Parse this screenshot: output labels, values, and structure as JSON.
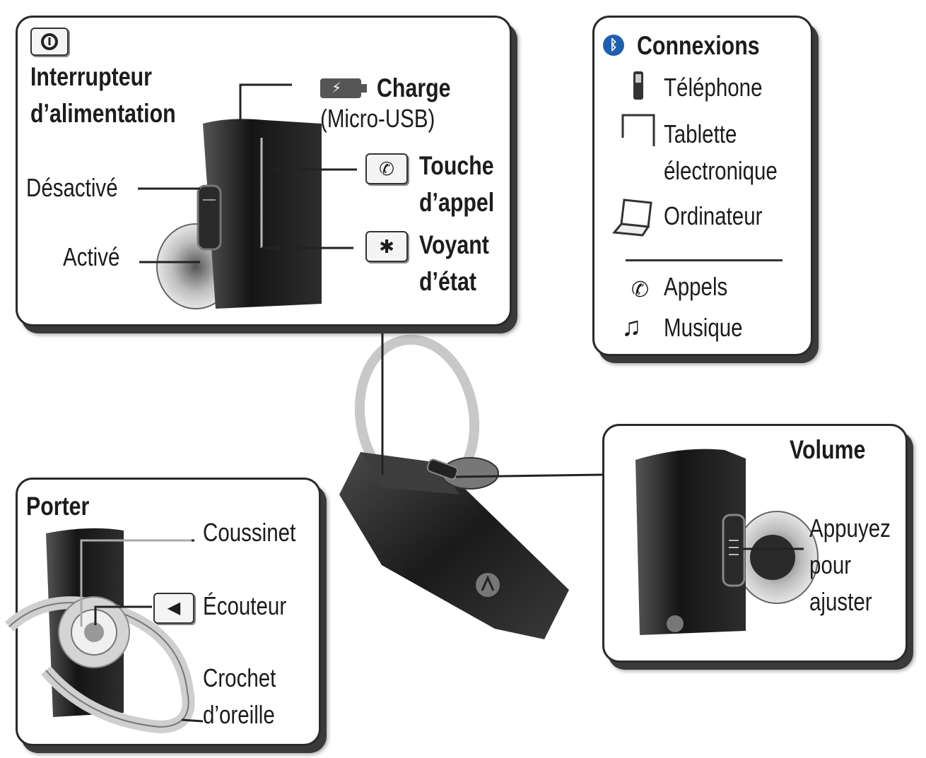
{
  "power": {
    "line1": "Interrupteur",
    "line2": "d’alimentation",
    "icon": "power-icon"
  },
  "charge": {
    "title": "Charge",
    "sub": "(Micro-USB)",
    "icon": "battery-icon"
  },
  "states": {
    "off": "Désactivé",
    "on": "Activé"
  },
  "call_key": {
    "line1": "Touche",
    "line2": "d’appel",
    "icon": "phone-icon"
  },
  "status_led": {
    "line1": "Voyant",
    "line2": "d’état",
    "icon": "led-icon"
  },
  "connections": {
    "title": "Connexions",
    "icon": "bluetooth-icon",
    "devices": [
      {
        "label": "Téléphone",
        "icon": "phone-device-icon"
      },
      {
        "label_line1": "Tablette",
        "label_line2": "électronique",
        "icon": "tablet-icon"
      },
      {
        "label": "Ordinateur",
        "icon": "laptop-icon"
      }
    ],
    "modes": [
      {
        "label": "Appels",
        "icon": "call-icon"
      },
      {
        "label": "Musique",
        "icon": "music-note-icon"
      }
    ]
  },
  "volume": {
    "title": "Volume",
    "line1": "Appuyez",
    "line2": "pour",
    "line3": "ajuster"
  },
  "wear": {
    "title": "Porter",
    "cushion": "Coussinet",
    "earpiece": "Écouteur",
    "earpiece_icon": "speaker-icon",
    "hook_line1": "Crochet",
    "hook_line2": "d’oreille"
  },
  "colors": {
    "outline": "#2a2a2a",
    "device": "#1e1e1e",
    "bluetooth": "#1f5fb0"
  }
}
